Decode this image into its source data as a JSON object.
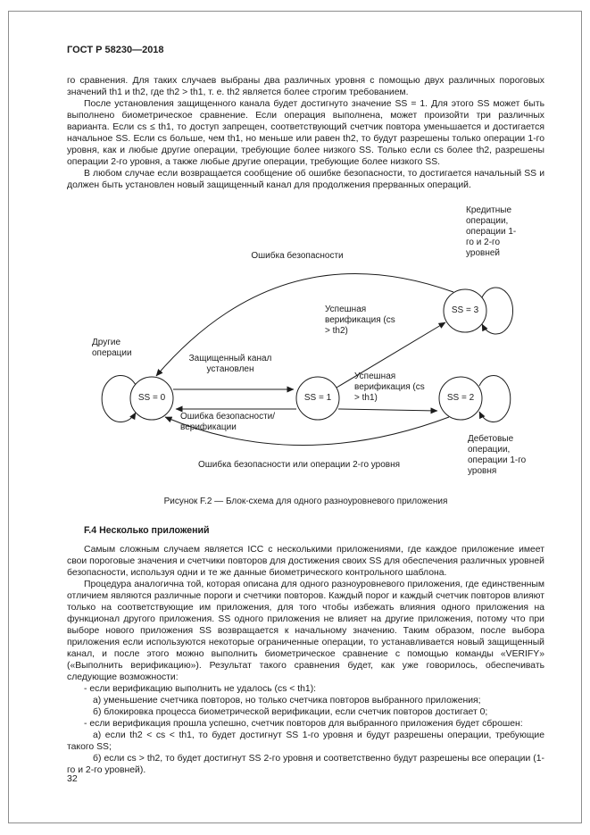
{
  "page": {
    "header": "ГОСТ Р 58230—2018",
    "number": "32"
  },
  "intro": {
    "p1": "го сравнения. Для таких случаев выбраны два различных уровня с помощью двух различных пороговых значений th1 и th2, где th2 > th1, т. е. th2 является более строгим требованием.",
    "p2": "После установления защищенного канала будет достигнуто значение SS = 1. Для этого SS может быть выполнено биометрическое сравнение. Если операция выполнена, может произойти три различных варианта. Если cs ≤ th1, то доступ запрещен, соответствующий счетчик повтора уменьшается и достигается начальное SS. Если cs больше, чем th1, но меньше или равен th2, то будут разрешены только операции 1-го уровня, как и любые другие операции, требующие более низкого SS. Только если cs более th2, разрешены операции 2-го уровня, а также любые другие операции, требующие более низкого SS.",
    "p3": "В любом случае если возвращается сообщение об ошибке безопасности, то достигается начальный SS и должен быть установлен новый защищенный канал для продолжения прерванных операций."
  },
  "diagram": {
    "caption": "Рисунок F.2 — Блок-схема для одного разноуровневого приложения",
    "states": {
      "ss0": "SS = 0",
      "ss1": "SS = 1",
      "ss2": "SS = 2",
      "ss3": "SS = 3"
    },
    "labels": {
      "security_error_top": "Ошибка безопасности",
      "credit_ops": "Кредитные операции, операции 1-го и 2-го уровней",
      "other_ops": "Другие операции",
      "secure_channel": "Защищенный канал установлен",
      "success_th2": "Успешная верификация (cs > th2)",
      "success_th1": "Успешная верификация (cs > th1)",
      "error_verification": "Ошибка безопасности/ верификации",
      "debit_ops": "Дебетовые операции, операции 1-го уровня",
      "error_or_level2_ops": "Ошибка безопасности или операции 2-го уровня"
    }
  },
  "section": {
    "heading": "F.4 Несколько приложений",
    "p1": "Самым сложным случаем является ICC с несколькими приложениями, где каждое приложение имеет свои пороговые значения и счетчики повторов для достижения своих SS для обеспечения различных уровней безопасности, используя одни и те же данные биометрического контрольного шаблона.",
    "p2": "Процедура аналогична той, которая описана для одного разноуровневого приложения, где единственным отличием являются различные пороги и счетчики повторов. Каждый порог и каждый счетчик повторов влияют только на соответствующие им приложения, для того чтобы избежать влияния одного приложения на функционал другого приложения. SS одного приложения не влияет на другие приложения, потому что при выборе нового приложения SS возвращается к начальному значению. Таким образом, после выбора приложения если используются некоторые ограниченные операции, то устанавливается новый защищенный канал, и после этого можно выполнить биометрическое сравнение с помощью команды «VERIFY» («Выполнить верификацию»). Результат такого сравнения будет, как уже говорилось, обеспечивать следующие возможности:",
    "li1": "- если верификацию выполнить не удалось (cs < th1):",
    "li1a": "а) уменьшение счетчика повторов, но только счетчика повторов выбранного приложения;",
    "li1b": "б) блокировка процесса биометрической верификации, если счетчик повторов достигает 0;",
    "li2": "- если верификация прошла успешно, счетчик повторов для выбранного приложения будет сброшен:",
    "li2a": "а) если th2 < cs < th1, то будет достигнут SS 1-го уровня и будут разрешены операции, требующие такого SS;",
    "li2b": "б) если cs > th2, то будет достигнут SS 2-го уровня и соответственно будут разрешены все операции (1-го и 2-го уровней)."
  }
}
